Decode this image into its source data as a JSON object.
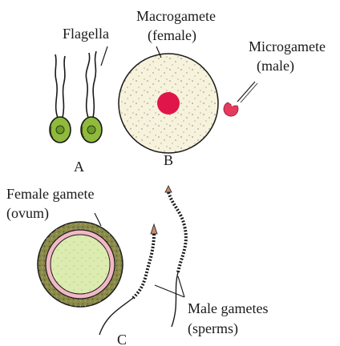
{
  "labels": {
    "flagella": "Flagella",
    "macrogamete_line1": "Macrogamete",
    "macrogamete_line2": "(female)",
    "microgamete_line1": "Microgamete",
    "microgamete_line2": "(male)",
    "label_a": "A",
    "label_b": "B",
    "female_gamete_line1": "Female gamete",
    "female_gamete_line2": "(ovum)",
    "male_gametes_line1": "Male gametes",
    "male_gametes_line2": "(sperms)",
    "label_c": "C"
  },
  "colors": {
    "isogamete_cell": "#8fba3c",
    "isogamete_nucleus": "#6d9a2b",
    "macrogamete_cytoplasm": "#f7f2dc",
    "macrogamete_nucleus": "#e0154a",
    "microgamete": "#e63a5e",
    "ovum_outer_coat": "#8a8a4a",
    "ovum_membrane": "#f2b8c6",
    "ovum_cytoplasm": "#dcebb0",
    "sperm_head": "#c78a6a",
    "outline": "#1a1a1a"
  }
}
